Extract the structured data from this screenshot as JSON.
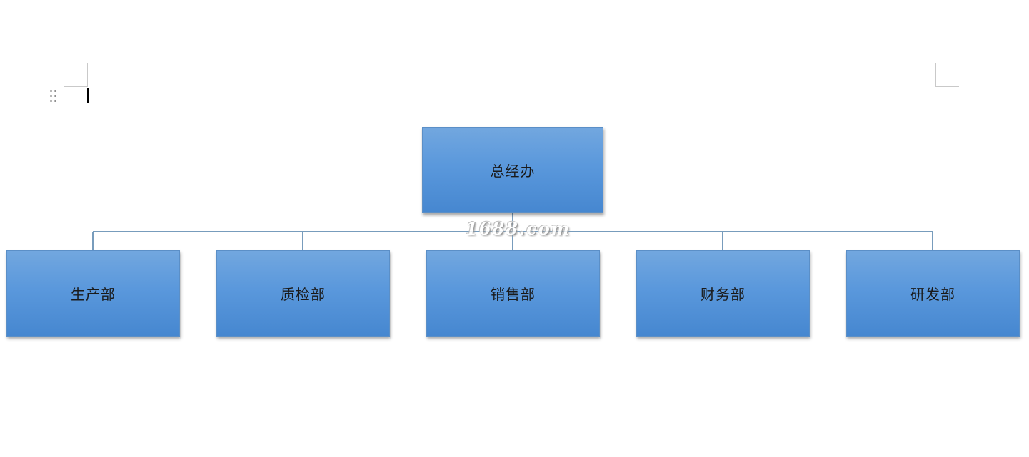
{
  "org_chart": {
    "root": {
      "label": "总经办"
    },
    "children": [
      {
        "label": "生产部"
      },
      {
        "label": "质检部"
      },
      {
        "label": "销售部"
      },
      {
        "label": "财务部"
      },
      {
        "label": "研发部"
      }
    ]
  },
  "watermark": {
    "text": "1688.com"
  },
  "colors": {
    "node_fill_top": "#72a7df",
    "node_fill_bottom": "#4687d0",
    "connector": "#4a7ba6"
  }
}
